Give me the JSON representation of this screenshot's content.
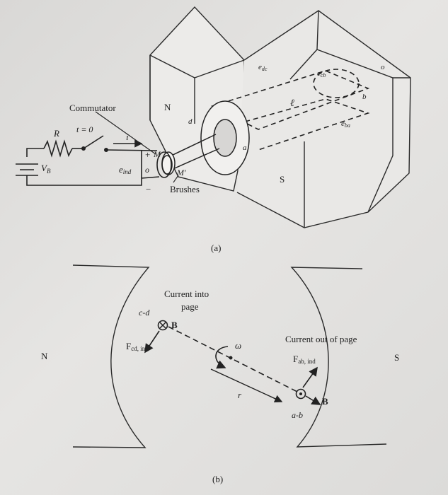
{
  "figure_a": {
    "caption": "(a)",
    "commutator_label": "Commutator",
    "switch_label": "t = 0",
    "resistor_label": "R",
    "battery_label": "V",
    "battery_subscript": "B",
    "current_label": "i",
    "plus_label": "+",
    "minus_label": "−",
    "emf_label": "e",
    "emf_subscript": "ind",
    "node_o_label": "o",
    "brush_m_label": "M",
    "brush_m_prime_label": "M′",
    "brushes_label": "Brushes",
    "pole_n_label": "N",
    "pole_s_label": "S",
    "loop_d_label": "d",
    "loop_b_label": "b",
    "loop_a_label": "a",
    "axis_label": "ℓ",
    "emf_dc_label": "e",
    "emf_dc_subscript": "dc",
    "emf_cb_label": "e",
    "emf_cb_subscript": "cb",
    "emf_ba_label": "e",
    "emf_ba_subscript": "ba",
    "top_right_label": "o"
  },
  "figure_b": {
    "caption": "(b)",
    "pole_n_label": "N",
    "pole_s_label": "S",
    "current_into_line1": "Current into",
    "current_into_line2": "page",
    "cd_label": "c-d",
    "b_field_top_label": "B",
    "force_cd_label": "F",
    "force_cd_subscript": "cd, ind",
    "omega_label": "ω",
    "current_out_label": "Current out of page",
    "force_ab_label": "F",
    "force_ab_subscript": "ab, ind",
    "r_label": "r",
    "b_field_bottom_label": "B",
    "ab_label": "a-b"
  }
}
